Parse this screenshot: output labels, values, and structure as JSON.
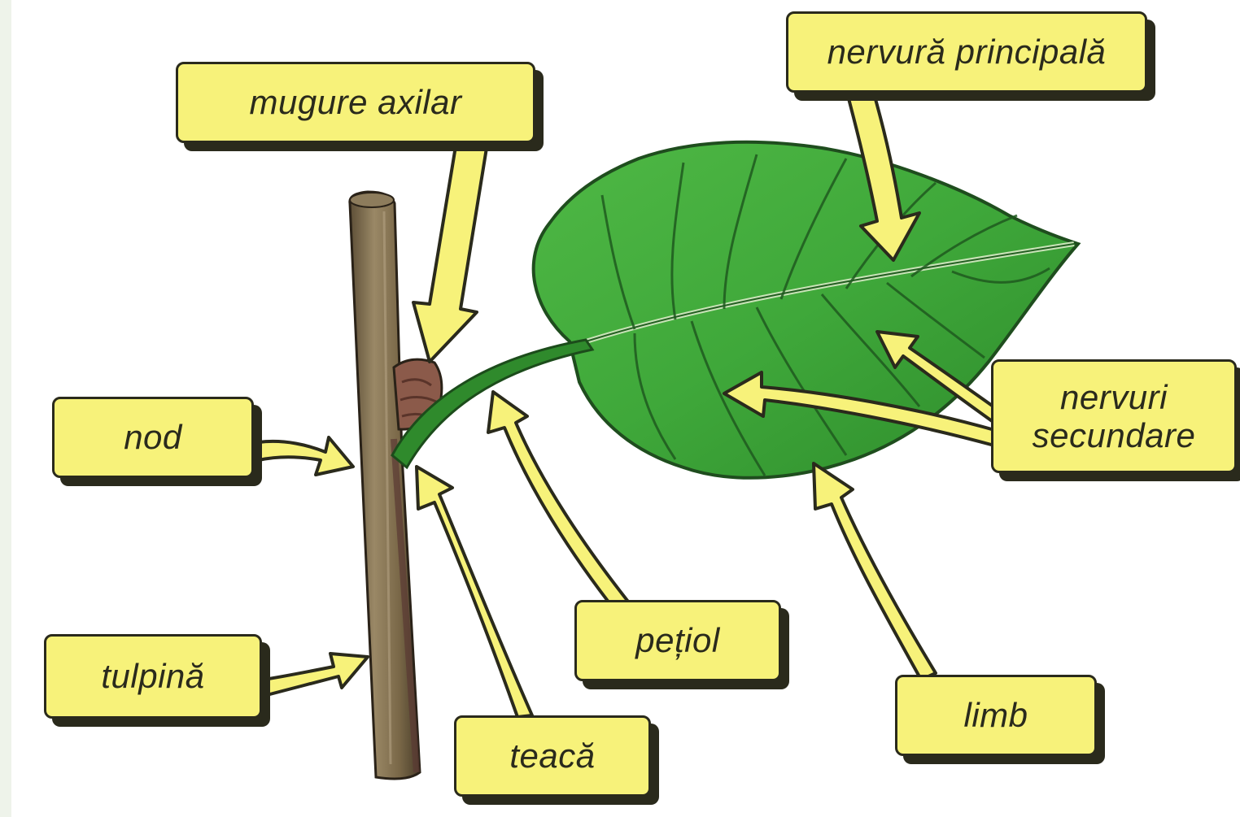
{
  "labels": {
    "mugure_axilar": "mugure axilar",
    "nervura_principala": "nervură principală",
    "nod": "nod",
    "nervuri_line1": "nervuri",
    "nervuri_line2": "secundare",
    "tulpina": "tulpină",
    "petiol": "pețiol",
    "limb": "limb",
    "teaca": "teacă"
  },
  "colors": {
    "label_fill": "#f7f27a",
    "label_outline": "#2a2a1c",
    "arrow_fill": "#f7f27a",
    "stem": "#7a6848",
    "leaf": "#3fa83a",
    "leaf_dark": "#2b7a29",
    "bud": "#8b5a4a"
  }
}
